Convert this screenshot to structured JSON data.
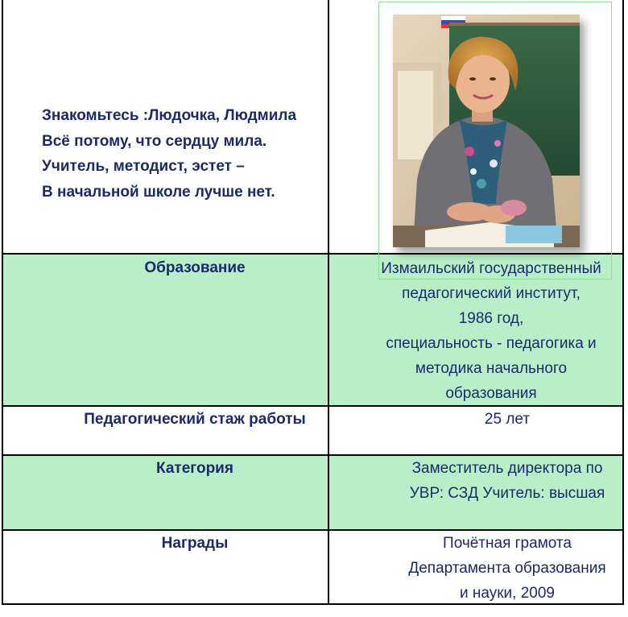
{
  "intro": {
    "lines": [
      "Знакомьтесь :Людочка, Людмила",
      "Всё потому, что сердцу мила.",
      "Учитель, методист, эстет –",
      "В начальной школе лучше нет."
    ]
  },
  "photo": {
    "alt": "",
    "colors": {
      "board": "#2f5a3e",
      "wall": "#d9c6a7",
      "hair": "#c9913e",
      "skin": "#e9b48e",
      "sweater": "#6f6f74"
    }
  },
  "rows": [
    {
      "label": "Образование",
      "value": [
        "Измаильский государственный",
        "педагогический институт,",
        "1986 год,",
        "специальность - педагогика и",
        "методика начального",
        "образования"
      ]
    },
    {
      "label": "Педагогический стаж работы",
      "value": [
        "25 лет"
      ]
    },
    {
      "label": "Категория",
      "value": [
        "Заместитель директора по",
        "УВР: СЗД Учитель: высшая"
      ]
    },
    {
      "label": "Награды",
      "value": [
        "Почётная грамота",
        "Департамента образования",
        "и науки, 2009"
      ]
    }
  ],
  "colors": {
    "green_row": "#b9efc8",
    "text": "#1a2a6b",
    "border": "#000000"
  }
}
